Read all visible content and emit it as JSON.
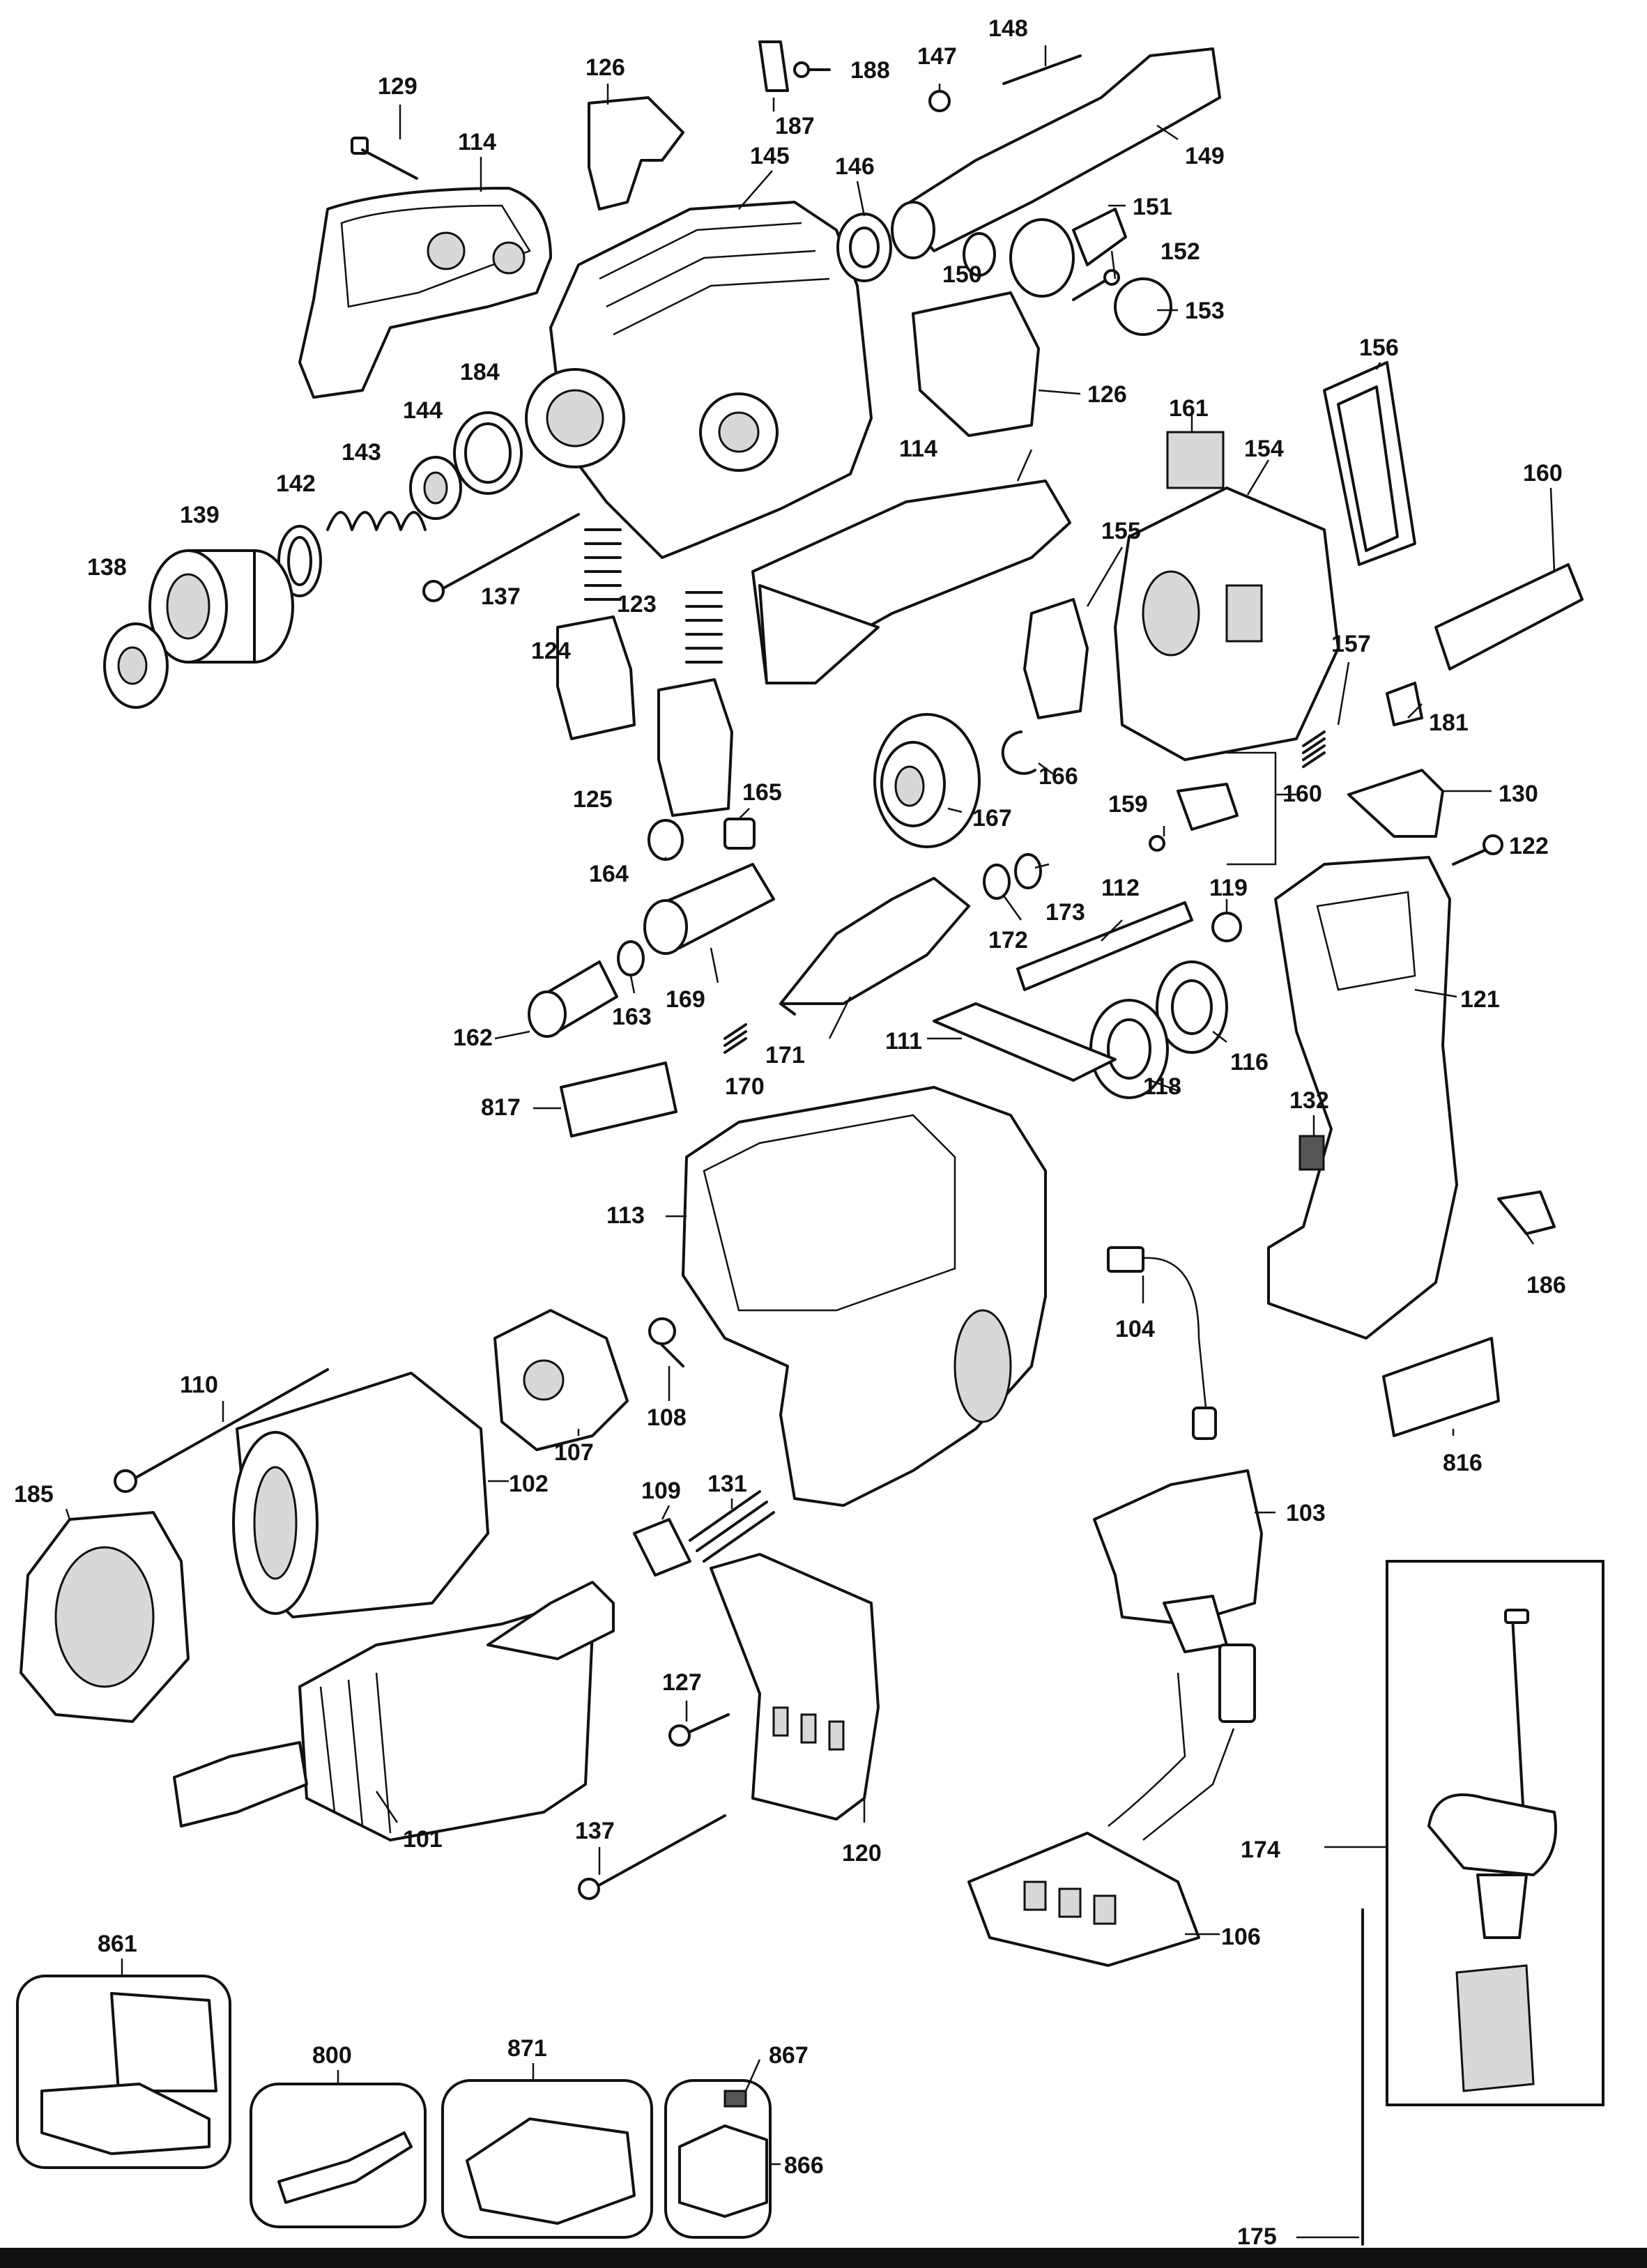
{
  "parts": [
    {
      "id": "p101",
      "label": "101"
    },
    {
      "id": "p102",
      "label": "102"
    },
    {
      "id": "p103",
      "label": "103"
    },
    {
      "id": "p104",
      "label": "104"
    },
    {
      "id": "p106",
      "label": "106"
    },
    {
      "id": "p107",
      "label": "107"
    },
    {
      "id": "p108",
      "label": "108"
    },
    {
      "id": "p109",
      "label": "109"
    },
    {
      "id": "p110",
      "label": "110"
    },
    {
      "id": "p111",
      "label": "111"
    },
    {
      "id": "p112",
      "label": "112"
    },
    {
      "id": "p113",
      "label": "113"
    },
    {
      "id": "p114a",
      "label": "114"
    },
    {
      "id": "p114b",
      "label": "114"
    },
    {
      "id": "p116",
      "label": "116"
    },
    {
      "id": "p118",
      "label": "118"
    },
    {
      "id": "p119",
      "label": "119"
    },
    {
      "id": "p120",
      "label": "120"
    },
    {
      "id": "p121",
      "label": "121"
    },
    {
      "id": "p122",
      "label": "122"
    },
    {
      "id": "p123",
      "label": "123"
    },
    {
      "id": "p124",
      "label": "124"
    },
    {
      "id": "p125",
      "label": "125"
    },
    {
      "id": "p126a",
      "label": "126"
    },
    {
      "id": "p126b",
      "label": "126"
    },
    {
      "id": "p127",
      "label": "127"
    },
    {
      "id": "p129",
      "label": "129"
    },
    {
      "id": "p130",
      "label": "130"
    },
    {
      "id": "p131",
      "label": "131"
    },
    {
      "id": "p132",
      "label": "132"
    },
    {
      "id": "p137a",
      "label": "137"
    },
    {
      "id": "p137b",
      "label": "137"
    },
    {
      "id": "p138",
      "label": "138"
    },
    {
      "id": "p139",
      "label": "139"
    },
    {
      "id": "p142",
      "label": "142"
    },
    {
      "id": "p143",
      "label": "143"
    },
    {
      "id": "p144",
      "label": "144"
    },
    {
      "id": "p145",
      "label": "145"
    },
    {
      "id": "p146",
      "label": "146"
    },
    {
      "id": "p147",
      "label": "147"
    },
    {
      "id": "p148",
      "label": "148"
    },
    {
      "id": "p149",
      "label": "149"
    },
    {
      "id": "p150",
      "label": "150"
    },
    {
      "id": "p151",
      "label": "151"
    },
    {
      "id": "p152",
      "label": "152"
    },
    {
      "id": "p153",
      "label": "153"
    },
    {
      "id": "p154",
      "label": "154"
    },
    {
      "id": "p155",
      "label": "155"
    },
    {
      "id": "p156",
      "label": "156"
    },
    {
      "id": "p157",
      "label": "157"
    },
    {
      "id": "p159",
      "label": "159"
    },
    {
      "id": "p160a",
      "label": "160"
    },
    {
      "id": "p160b",
      "label": "160"
    },
    {
      "id": "p161",
      "label": "161"
    },
    {
      "id": "p162",
      "label": "162"
    },
    {
      "id": "p163",
      "label": "163"
    },
    {
      "id": "p164",
      "label": "164"
    },
    {
      "id": "p165",
      "label": "165"
    },
    {
      "id": "p166",
      "label": "166"
    },
    {
      "id": "p167",
      "label": "167"
    },
    {
      "id": "p169",
      "label": "169"
    },
    {
      "id": "p170",
      "label": "170"
    },
    {
      "id": "p171",
      "label": "171"
    },
    {
      "id": "p172",
      "label": "172"
    },
    {
      "id": "p173",
      "label": "173"
    },
    {
      "id": "p174",
      "label": "174"
    },
    {
      "id": "p175",
      "label": "175"
    },
    {
      "id": "p181",
      "label": "181"
    },
    {
      "id": "p184",
      "label": "184"
    },
    {
      "id": "p185",
      "label": "185"
    },
    {
      "id": "p186",
      "label": "186"
    },
    {
      "id": "p187",
      "label": "187"
    },
    {
      "id": "p188",
      "label": "188"
    },
    {
      "id": "p800",
      "label": "800"
    },
    {
      "id": "p816",
      "label": "816"
    },
    {
      "id": "p817",
      "label": "817"
    },
    {
      "id": "p861",
      "label": "861"
    },
    {
      "id": "p866",
      "label": "866"
    },
    {
      "id": "p867",
      "label": "867"
    },
    {
      "id": "p871",
      "label": "871"
    }
  ]
}
